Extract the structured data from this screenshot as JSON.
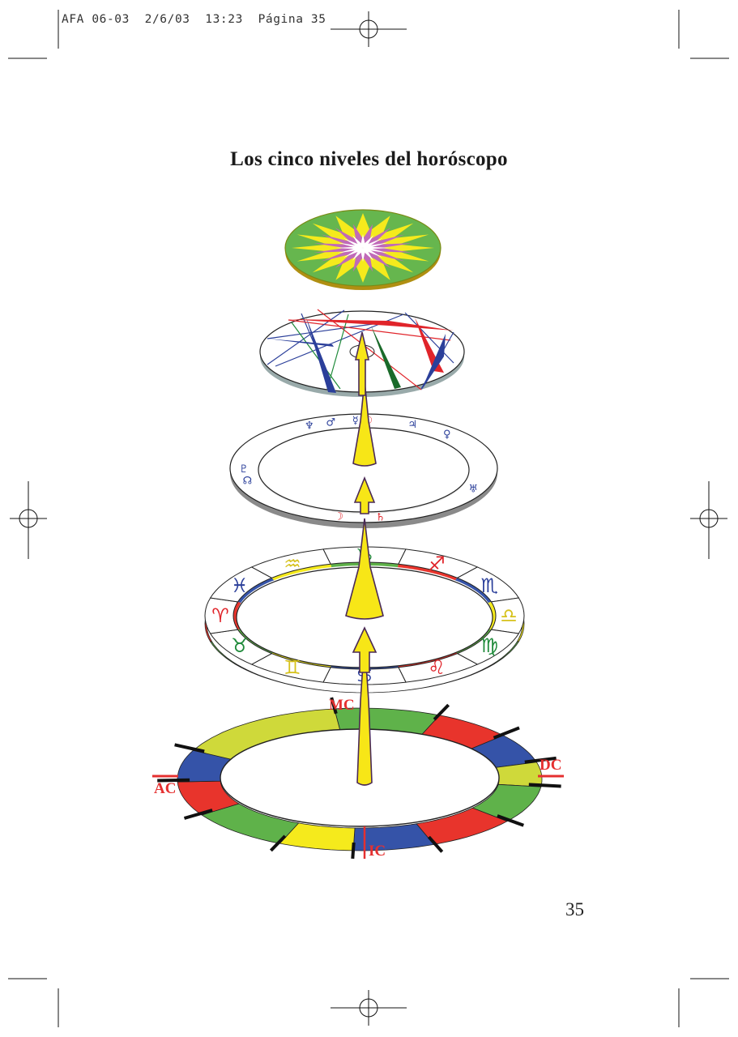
{
  "header": {
    "slug": "AFA 06-03  2/6/03  13:23  Página 35"
  },
  "title": "Los cinco niveles del horóscopo",
  "page_number": "35",
  "figure": {
    "angle_labels": {
      "mc": "MC",
      "ac": "AC",
      "dc": "DC",
      "ic": "IC"
    },
    "planet_glyphs": [
      {
        "glyph": "♆",
        "color": "#2b3f9a"
      },
      {
        "glyph": "♂",
        "color": "#2b3f9a"
      },
      {
        "glyph": "☿",
        "color": "#2b3f9a"
      },
      {
        "glyph": "☉",
        "color": "#e0242a"
      },
      {
        "glyph": "♃",
        "color": "#2b3f9a"
      },
      {
        "glyph": "♀",
        "color": "#2b3f9a"
      },
      {
        "glyph": "♅",
        "color": "#2b3f9a"
      },
      {
        "glyph": "☊",
        "color": "#2b3f9a"
      },
      {
        "glyph": "♄",
        "color": "#e0242a"
      },
      {
        "glyph": "☽",
        "color": "#e0242a"
      },
      {
        "glyph": "♇",
        "color": "#2b3f9a"
      }
    ],
    "zodiac_glyphs": [
      {
        "glyph": "♑",
        "color": "#1f8a3a"
      },
      {
        "glyph": "♐",
        "color": "#e0242a"
      },
      {
        "glyph": "♏",
        "color": "#2b3f9a"
      },
      {
        "glyph": "♎",
        "color": "#d6c21c"
      },
      {
        "glyph": "♍",
        "color": "#1f8a3a"
      },
      {
        "glyph": "♌",
        "color": "#e0242a"
      },
      {
        "glyph": "♋",
        "color": "#2b3f9a"
      },
      {
        "glyph": "♊",
        "color": "#d6c21c"
      },
      {
        "glyph": "♉",
        "color": "#1f8a3a"
      },
      {
        "glyph": "♈",
        "color": "#e0242a"
      },
      {
        "glyph": "♓",
        "color": "#2b3f9a"
      },
      {
        "glyph": "♒",
        "color": "#d6c21c"
      }
    ],
    "colors": {
      "red": "#e8342c",
      "blue": "#3553a8",
      "yellow": "#f5ea1c",
      "green": "#5fb24a",
      "lime": "#cfd93a",
      "magenta": "#c06ab8",
      "axis_yellow": "#f7e617",
      "axis_outline": "#4a2a56"
    }
  }
}
